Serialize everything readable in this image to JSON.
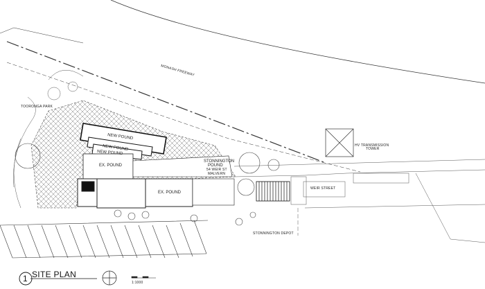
{
  "title_block": {
    "number": "1",
    "title": "SITE PLAN",
    "scale_text": "1:1000"
  },
  "labels": {
    "freeway": "MONASH FREEWAY",
    "park": "TOORONGA PARK",
    "new_pound_1": "NEW POUND",
    "new_pound_2": "NEW POUND",
    "new_pound_3": "NEW POUND",
    "ex_pound_1": "EX. POUND",
    "ex_pound_2": "EX. POUND",
    "stonnington_line1": "STONNINGTON",
    "stonnington_line2": "POUND",
    "stonnington_line3": "54 WEIR ST",
    "stonnington_line4": "MALVERN",
    "transmission_line1": "HV TRANSMISSION",
    "transmission_line2": "TOWER",
    "weir_street": "WEIR STREET",
    "depot": "STONNINGTON DEPOT"
  },
  "colors": {
    "ink": "#222222",
    "fill_dark": "#111111"
  }
}
